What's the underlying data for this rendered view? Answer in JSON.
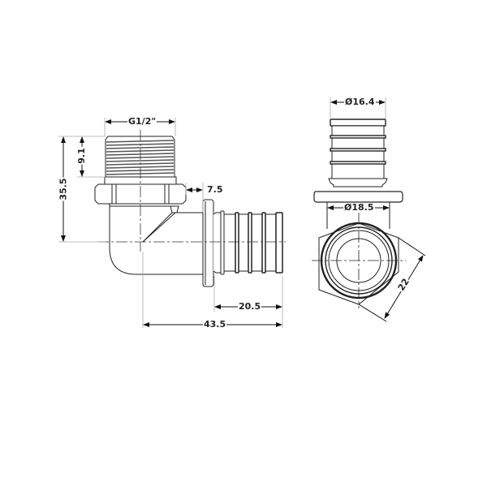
{
  "drawing": {
    "title": "Elbow fitting technical drawing",
    "views": [
      "side-view",
      "end-view"
    ],
    "colors": {
      "line": "#222222",
      "thread": "#555555",
      "dim_line": "#111111",
      "extension": "#aaaaaa"
    }
  },
  "dimensions": {
    "thread_size": "G1/2\"",
    "thread_length": "9.1",
    "total_height": "35.5",
    "hex_gap": "7.5",
    "spigot_length": "20.5",
    "total_length": "43.5",
    "spigot_diameter": "Ø16.4",
    "body_diameter": "Ø18.5",
    "hex_size": "22"
  }
}
